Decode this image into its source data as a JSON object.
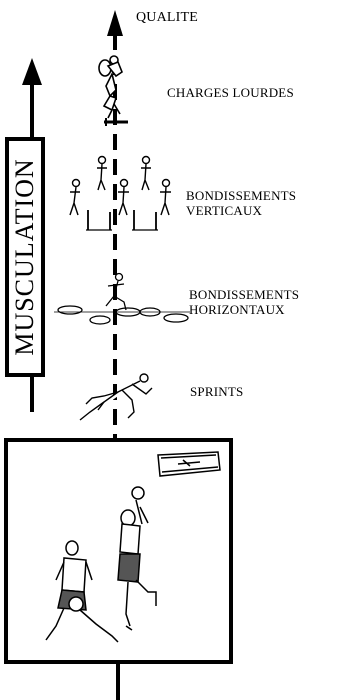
{
  "axis": {
    "top_label": "QUALITE"
  },
  "side_axis": {
    "label": "MUSCULATION"
  },
  "levels": [
    {
      "label": "CHARGES LOURDES"
    },
    {
      "label_line1": "BONDISSEMENTS",
      "label_line2": "VERTICAUX"
    },
    {
      "label_line1": "BONDISSEMENTS",
      "label_line2": "HORIZONTAUX"
    },
    {
      "label": "SPRINTS"
    }
  ],
  "colors": {
    "ink": "#000000",
    "background": "#ffffff"
  }
}
